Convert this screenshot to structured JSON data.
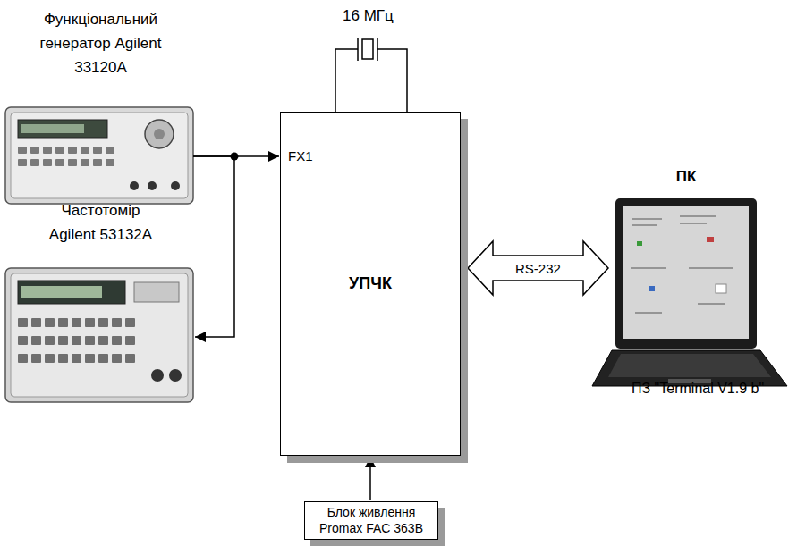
{
  "diagram": {
    "nodes": [
      {
        "text": [
          "Функціональний генератор Agilent 33120A"
        ]
      },
      {
        "text": [
          "Частотомір Agilent 53132A"
        ]
      },
      {
        "text": [
          "УПЧК"
        ]
      },
      {
        "text": [
          "ПК",
          "ПЗ \"Terminal V1.9 b\""
        ]
      },
      {
        "text": [
          "Блок живлення Promax FAC 363B"
        ]
      }
    ],
    "edges": [
      {
        "from": 0,
        "to": 2,
        "arrow": "to"
      },
      {
        "from": 0,
        "to": 1,
        "arrow": "to"
      },
      {
        "from": 2,
        "to": 3,
        "label": "RS-232",
        "arrow": "both"
      },
      {
        "from": 4,
        "to": 2,
        "arrow": "to"
      }
    ],
    "labels": [
      "16 МГц",
      "FX1"
    ]
  }
}
